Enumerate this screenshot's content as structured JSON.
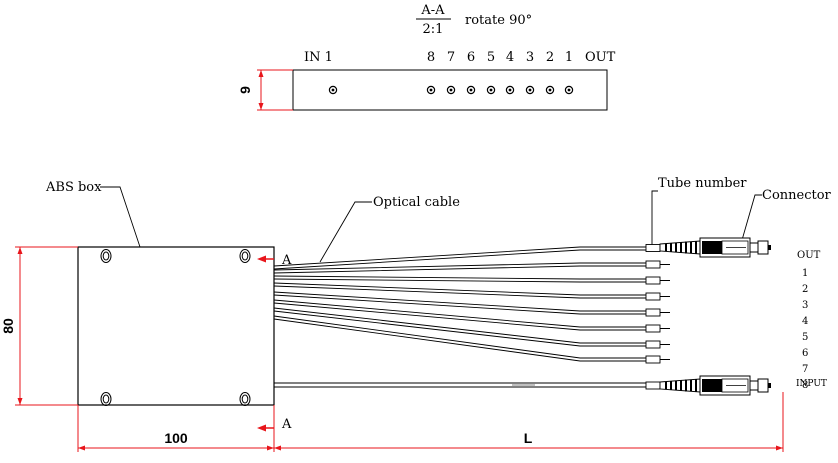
{
  "section": {
    "name_top": "A-A",
    "scale": "2:1",
    "rotate_note": "rotate 90°"
  },
  "section_view": {
    "in_label": "IN 1",
    "port_numbers": [
      "8",
      "7",
      "6",
      "5",
      "4",
      "3",
      "2",
      "1"
    ],
    "out_label": "OUT",
    "height_dim": "9"
  },
  "main_view": {
    "box_label": "ABS box",
    "cable_label": "Optical cable",
    "tube_label": "Tube number",
    "connector_label": "Connector",
    "section_marker_top": "A",
    "section_marker_bottom": "A",
    "width_dim": "100",
    "height_dim": "80",
    "length_dim": "L",
    "out_header": "OUT",
    "output_numbers": [
      "1",
      "2",
      "3",
      "4",
      "5",
      "6",
      "7",
      "8"
    ],
    "input_label": "INPUT"
  },
  "colors": {
    "dimension": "#e8151b",
    "line": "#000000"
  }
}
